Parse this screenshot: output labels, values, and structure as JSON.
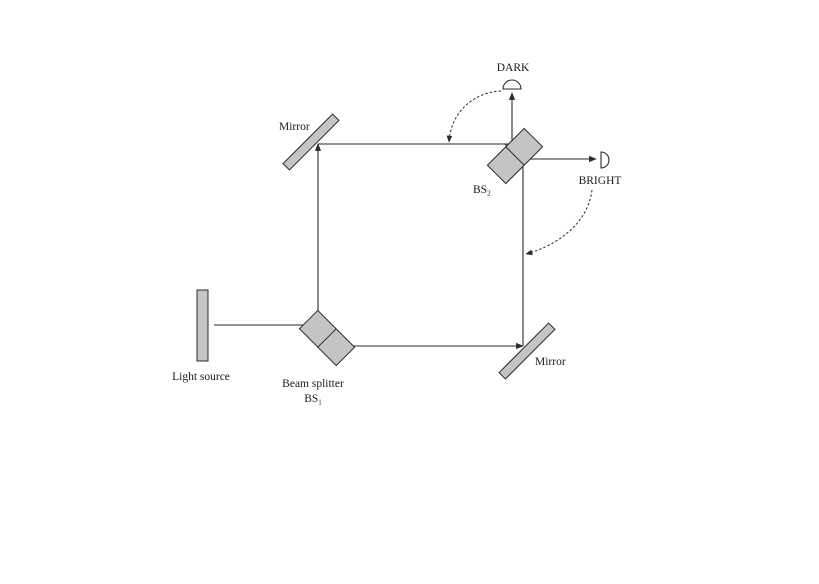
{
  "labels": {
    "light_source": "Light source",
    "beam_splitter": "Beam splitter",
    "bs1_main": "BS",
    "bs1_sub": "1",
    "bs2_main": "BS",
    "bs2_sub": "2",
    "mirror_top": "Mirror",
    "mirror_bottom": "Mirror",
    "dark": "DARK",
    "bright": "BRIGHT"
  },
  "colors": {
    "component_fill": "#c4c4c4",
    "stroke": "#2a2a2a",
    "background": "#ffffff"
  }
}
